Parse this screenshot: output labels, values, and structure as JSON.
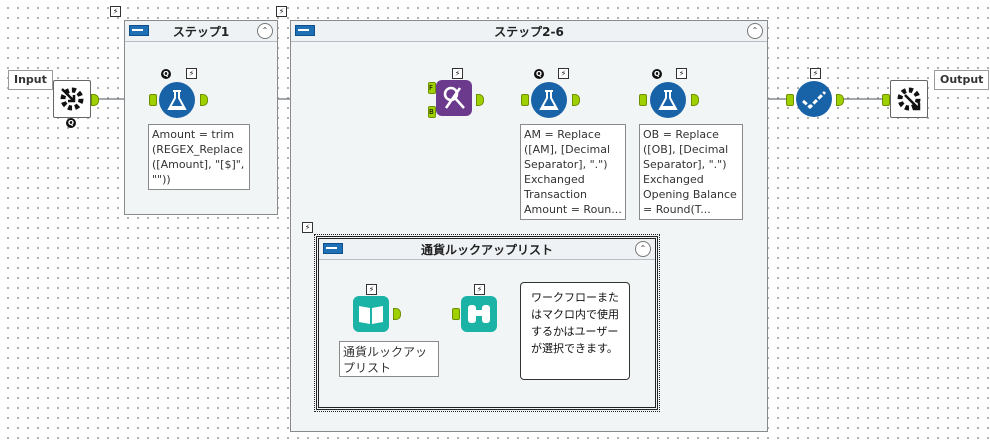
{
  "input": {
    "label": "Input"
  },
  "output": {
    "label": "Output"
  },
  "step1": {
    "title": "ステップ1",
    "formula": "Amount = trim (REGEX_Replace ([Amount], \"[$]\", \"\"))"
  },
  "step26": {
    "title": "ステップ2-6",
    "formula_am": "AM = Replace ([AM], [Decimal Separator], \".\") Exchanged Transaction Amount = Roun...",
    "formula_ob": "OB = Replace ([OB], [Decimal Separator], \".\") Exchanged Opening Balance = Round(T..."
  },
  "lookup": {
    "title": "通貨ルックアップリスト",
    "tool_label": "通貨ルックアップリスト",
    "comment": "ワークフローまたはマクロ内で使用するかはユーザーが選択できます。"
  },
  "badges": {
    "q": "Q",
    "bolt": "⚡",
    "collapse": "⌃",
    "anchor_f": "F",
    "anchor_b": "B"
  },
  "colors": {
    "formula_blue": "#1863a8",
    "join_purple": "#6b3a8c",
    "teal": "#1bb3a6",
    "wire": "#6d7377"
  }
}
